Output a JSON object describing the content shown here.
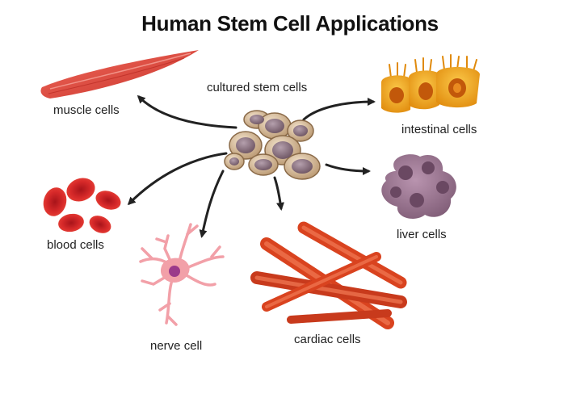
{
  "title": "Human Stem Cell Applications",
  "center": {
    "label": "cultured stem cells"
  },
  "targets": [
    {
      "id": "muscle",
      "label": "muscle cells"
    },
    {
      "id": "intestinal",
      "label": "intestinal cells"
    },
    {
      "id": "blood",
      "label": "blood cells"
    },
    {
      "id": "liver",
      "label": "liver cells"
    },
    {
      "id": "nerve",
      "label": "nerve cell"
    },
    {
      "id": "cardiac",
      "label": "cardiac cells"
    }
  ],
  "colors": {
    "stem_cell": "#d8bfa0",
    "stem_nucleus": "#8a6e7e",
    "muscle": "#e0483c",
    "intestinal": "#f2a516",
    "blood": "#d41f26",
    "liver": "#9b7290",
    "nerve": "#f2a0a8",
    "cardiac": "#e4502a",
    "arrow": "#222222"
  }
}
